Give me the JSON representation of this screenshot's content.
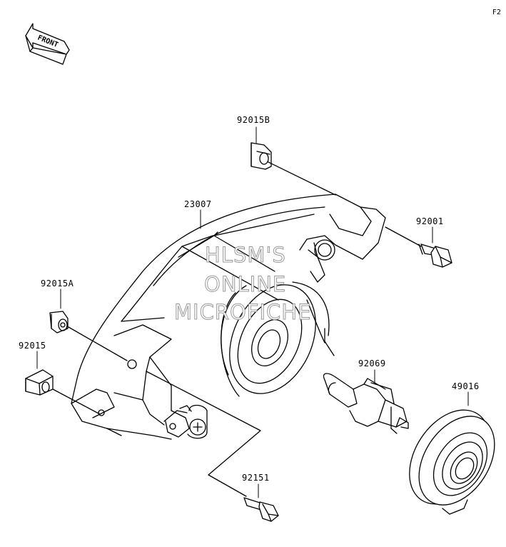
{
  "page_code": "F2",
  "front_arrow_text": "FRONT",
  "watermark": {
    "line1": "HLSM'S",
    "line2": "ONLINE",
    "line3": "MICROFICHE"
  },
  "parts": {
    "p92015B": "92015B",
    "p23007": "23007",
    "p92001": "92001",
    "p92015A": "92015A",
    "p92015": "92015",
    "p92069": "92069",
    "p49016": "49016",
    "p92151": "92151"
  }
}
